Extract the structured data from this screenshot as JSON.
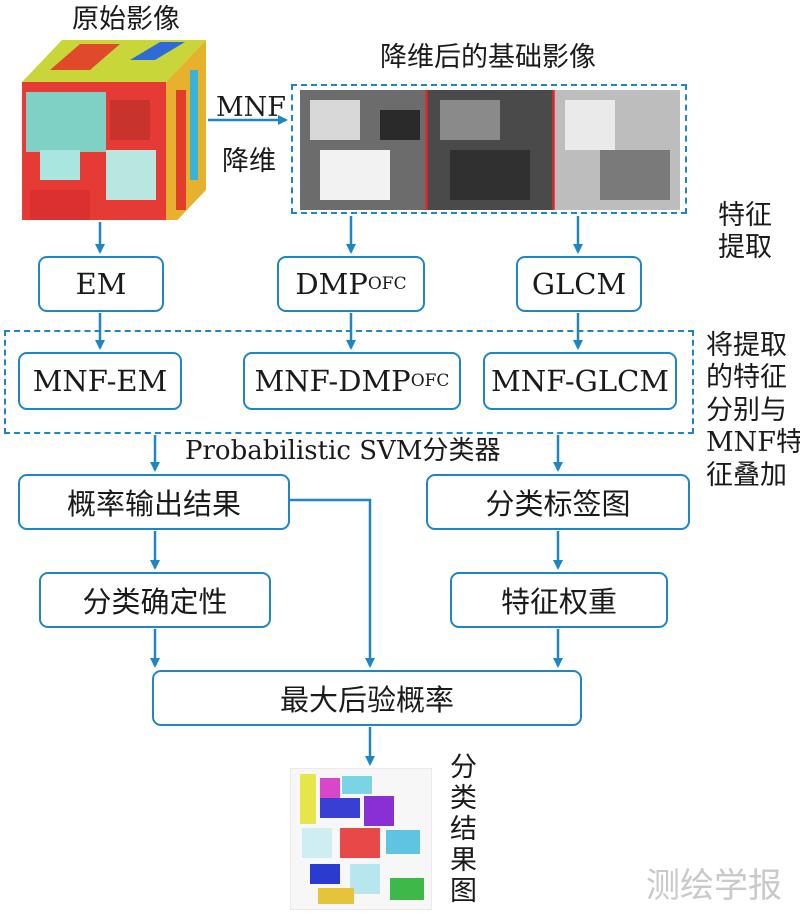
{
  "labels": {
    "original": "原始影像",
    "reduced": "降维后的基础影像",
    "mnf": "MNF",
    "reduce": "降维",
    "feature_extract": "特征\n提取",
    "overlay": "将提取\n的特征\n分别与\nMNF特\n征叠加",
    "svm": "Probabilistic SVM分类器",
    "result_vertical": "分\n类\n结\n果\n图",
    "watermark": "测绘学报"
  },
  "boxes": {
    "em": "EM",
    "dmp": "DMP",
    "dmp_sub": "OFC",
    "glcm": "GLCM",
    "mnf_em": "MNF-EM",
    "mnf_dmp": "MNF-DMP",
    "mnf_dmp_sub": "OFC",
    "mnf_glcm": "MNF-GLCM",
    "prob_output": "概率输出结果",
    "label_map": "分类标签图",
    "certainty": "分类确定性",
    "feature_weight": "特征权重",
    "map": "最大后验概率"
  },
  "colors": {
    "accent": "#1f86c4",
    "arrow": "#1f86c4"
  }
}
